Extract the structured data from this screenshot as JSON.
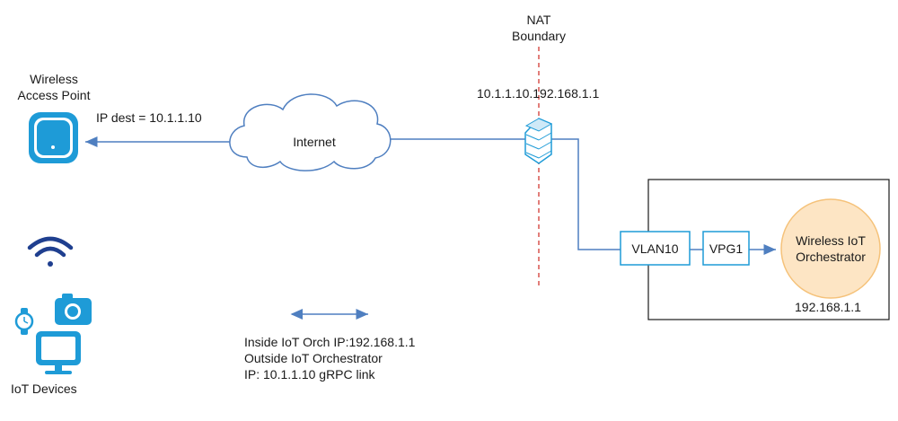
{
  "nat": {
    "title": "NAT\nBoundary",
    "addresses": "10.1.1.10.192.168.1.1"
  },
  "access_point": {
    "label": "Wireless\nAccess Point",
    "icon": "wireless-access-point-icon"
  },
  "ip_dest": "IP dest = 10.1.1.10",
  "internet": {
    "label": "Internet",
    "icon": "cloud-icon"
  },
  "firewall": {
    "icon": "firewall-icon"
  },
  "vlan": "VLAN10",
  "vpg": "VPG1",
  "orchestrator": {
    "label": "Wireless IoT\nOrchestrator",
    "ip": "192.168.1.1"
  },
  "iot_devices": {
    "label": "IoT Devices",
    "icons": [
      "wifi-icon",
      "camera-icon",
      "watch-icon",
      "monitor-icon"
    ]
  },
  "legend": {
    "icon": "double-arrow-icon",
    "text": "Inside IoT Orch IP:192.168.1.1\nOutside IoT Orchestrator\nIP: 10.1.1.10 gRPC link"
  },
  "colors": {
    "line": "#4f7fc0",
    "device_blue": "#1e9bd7",
    "dark_blue": "#1f3f8f",
    "nat": "#d9534f",
    "orchestrator_fill": "#fde5c4",
    "orchestrator_stroke": "#f5c27a"
  }
}
